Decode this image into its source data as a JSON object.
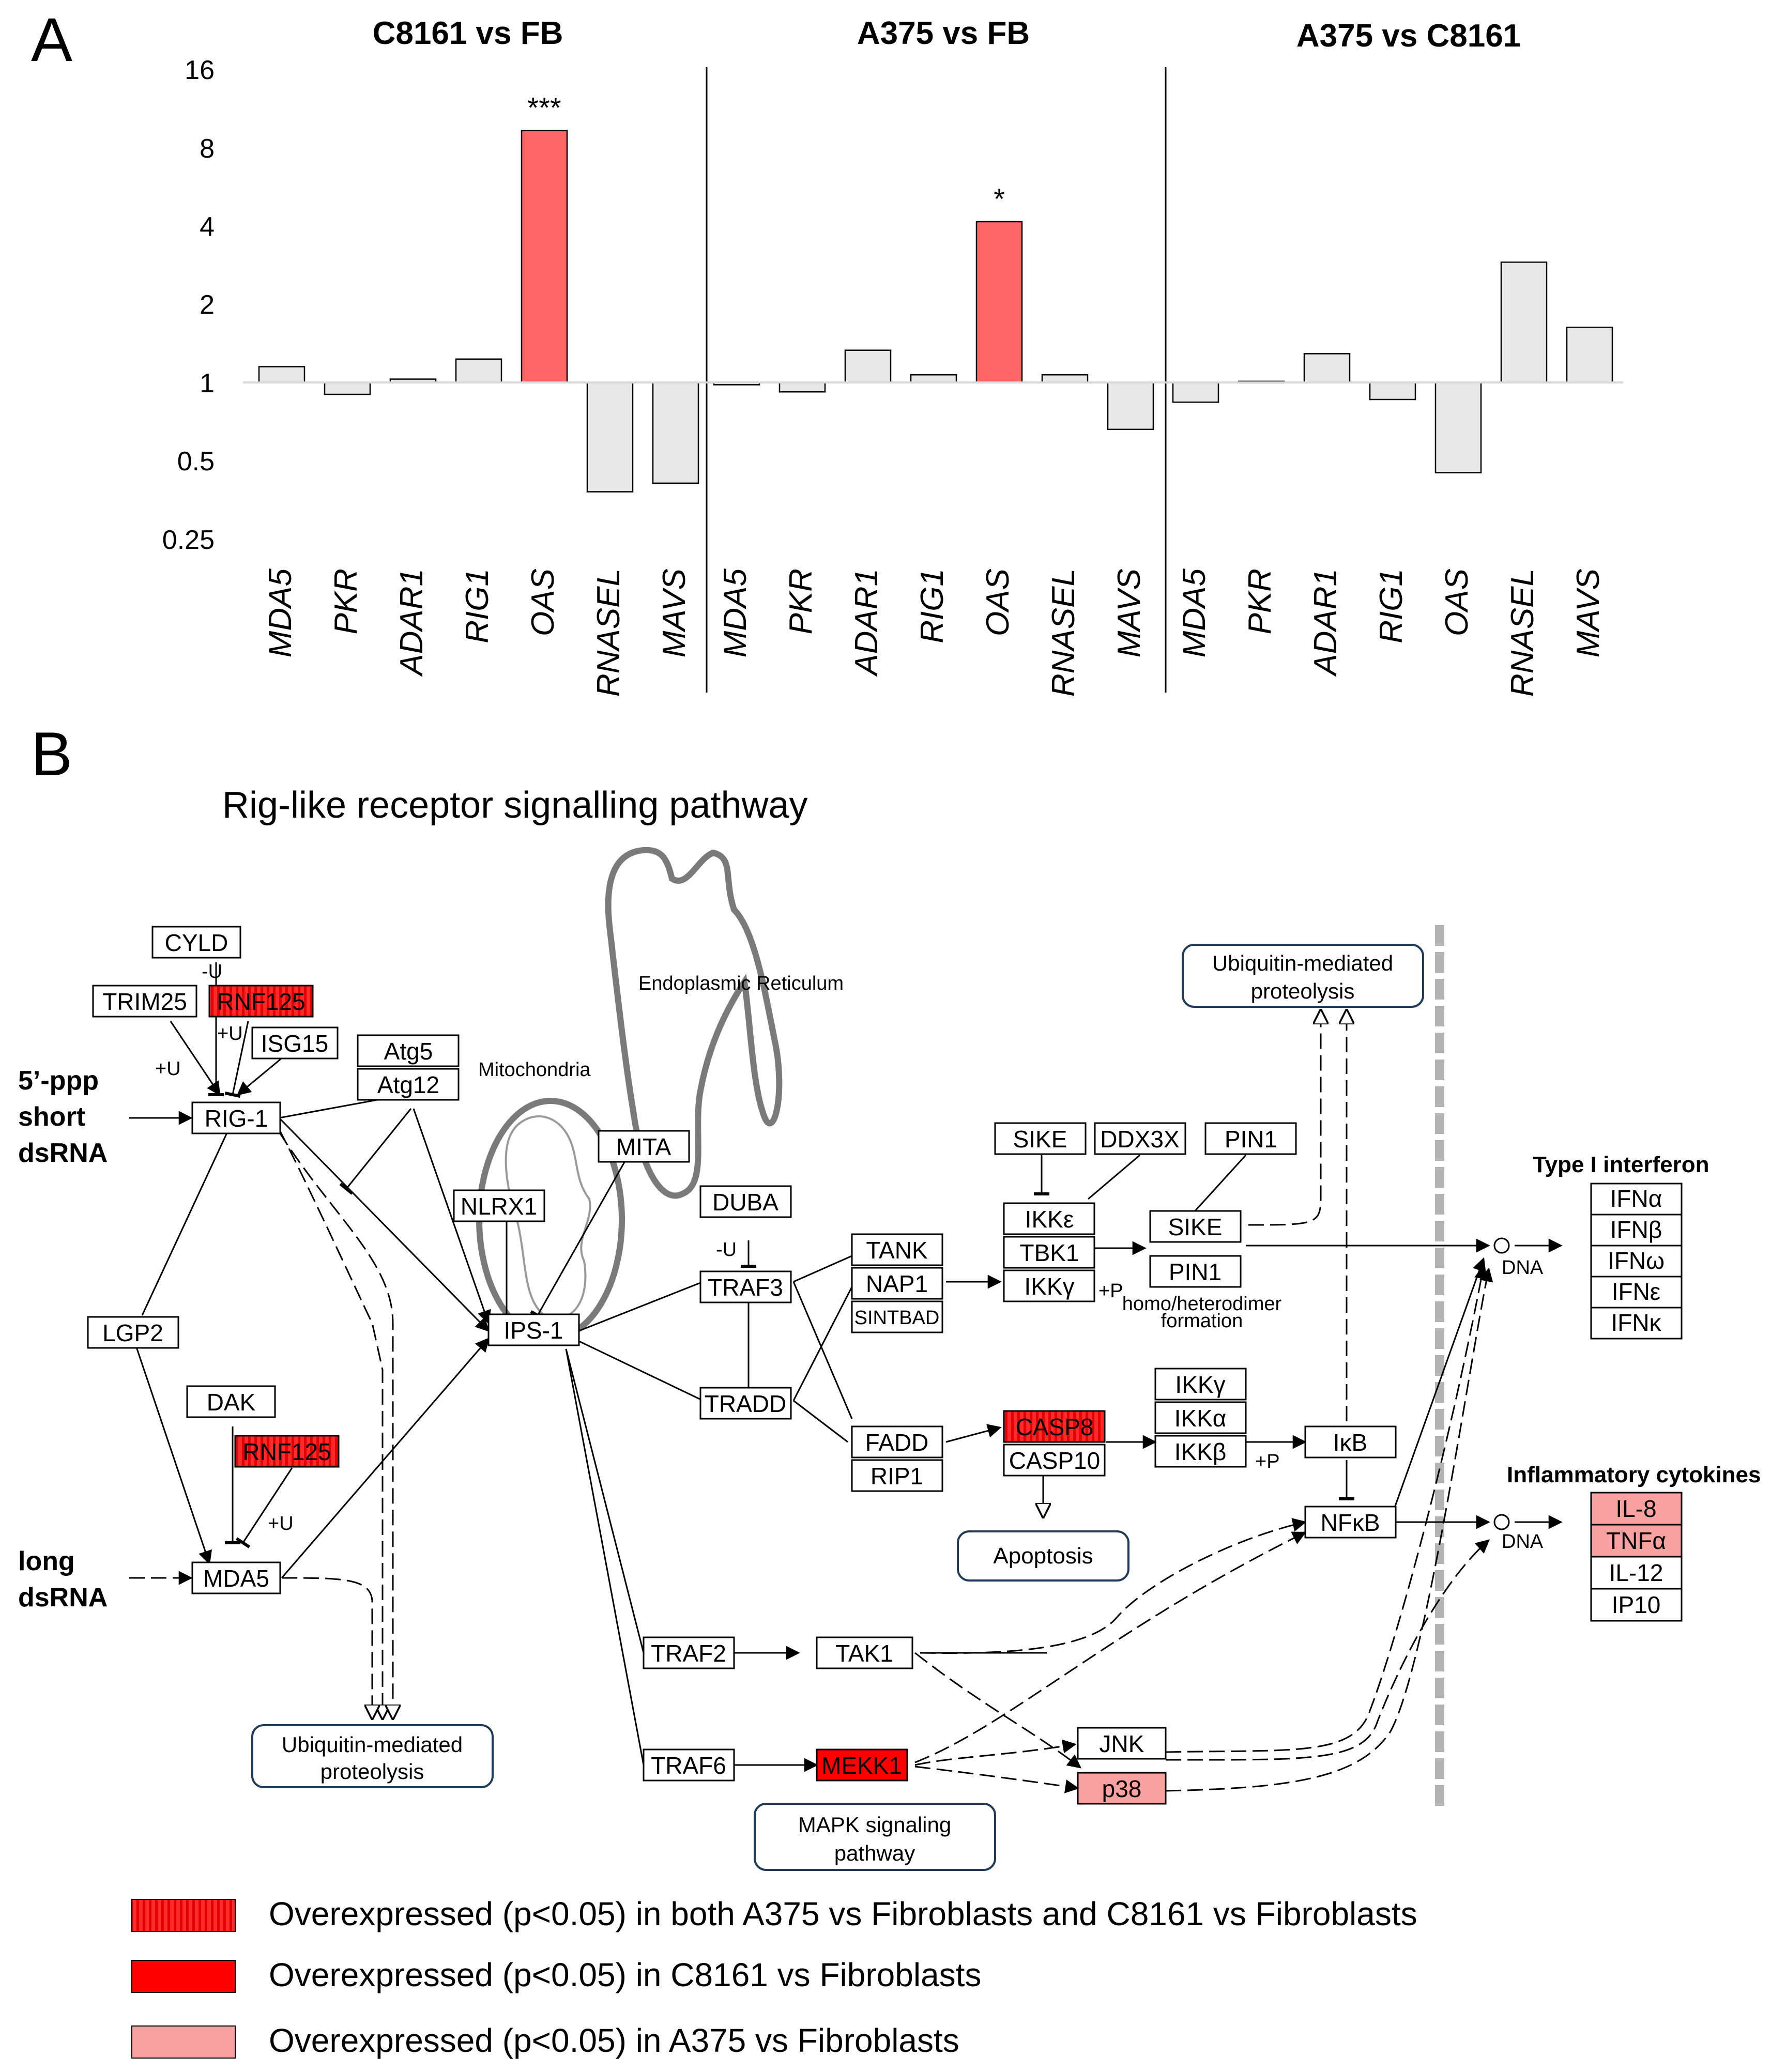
{
  "panelA": {
    "letter": "A",
    "y_ticks": [
      "16",
      "8",
      "4",
      "2",
      "1",
      "0.5",
      "0.25"
    ],
    "groups": [
      {
        "title": "C8161 vs FB"
      },
      {
        "title": "A375 vs FB"
      },
      {
        "title": "A375 vs C8161"
      }
    ],
    "chart_data": {
      "type": "bar",
      "y_scale": "log2",
      "ylim": [
        0.25,
        16
      ],
      "categories": [
        "MDA5",
        "PKR",
        "ADAR1",
        "RIG1",
        "OAS",
        "RNASEL",
        "MAVS"
      ],
      "series": [
        {
          "name": "C8161 vs FB",
          "values": [
            1.15,
            0.9,
            1.03,
            1.23,
            9.3,
            0.38,
            0.41
          ],
          "highlight": [
            false,
            false,
            false,
            false,
            true,
            false,
            false
          ],
          "stars": [
            "",
            "",
            "",
            "",
            "***",
            "",
            ""
          ]
        },
        {
          "name": "A375 vs FB",
          "values": [
            0.98,
            0.92,
            1.33,
            1.07,
            4.15,
            1.07,
            0.66
          ],
          "highlight": [
            false,
            false,
            false,
            false,
            true,
            false,
            false
          ],
          "stars": [
            "",
            "",
            "",
            "",
            "*",
            "",
            ""
          ]
        },
        {
          "name": "A375 vs C8161",
          "values": [
            0.84,
            1.01,
            1.29,
            0.86,
            0.45,
            2.9,
            1.63
          ],
          "highlight": [
            false,
            false,
            false,
            false,
            false,
            false,
            false
          ],
          "stars": [
            "",
            "",
            "",
            "",
            "",
            "",
            ""
          ]
        }
      ]
    }
  },
  "panelB": {
    "letter": "B",
    "title": "Rig-like receptor signalling pathway",
    "compartments": {
      "er": "Endoplasmic Reticulum",
      "mito": "Mitochondria"
    },
    "inputs": {
      "ppp1": "5’-ppp",
      "ppp2": "short",
      "ppp3": "dsRNA",
      "long1": "long",
      "long2": "dsRNA"
    },
    "genes": {
      "cyld": "CYLD",
      "trim25": "TRIM25",
      "rnf125a": "RNF125",
      "isg15": "ISG15",
      "rig1": "RIG-1",
      "atg5": "Atg5",
      "atg12": "Atg12",
      "mita": "MITA",
      "nlrx1": "NLRX1",
      "ips1": "IPS-1",
      "lgp2": "LGP2",
      "dak": "DAK",
      "rnf125b": "RNF125",
      "mda5": "MDA5",
      "duba": "DUBA",
      "traf3": "TRAF3",
      "tradd": "TRADD",
      "tank": "TANK",
      "nap1": "NAP1",
      "sintbad": "SINTBAD",
      "sike1": "SIKE",
      "ddx3x": "DDX3X",
      "pin1a": "PIN1",
      "ikke": "IKKε",
      "tbk1": "TBK1",
      "ikkg1": "IKKγ",
      "sike2": "SIKE",
      "pin1b": "PIN1",
      "fadd": "FADD",
      "rip1": "RIP1",
      "casp8": "CASP8",
      "casp10": "CASP10",
      "ikkg2": "IKKγ",
      "ikka": "IKKα",
      "ikkb": "IKKβ",
      "ikb": "IκB",
      "nfkb": "NFκB",
      "traf2": "TRAF2",
      "tak1": "TAK1",
      "traf6": "TRAF6",
      "mekk1": "MEKK1",
      "jnk": "JNK",
      "p38": "p38"
    },
    "modules": {
      "ubiq_top_1": "Ubiquitin-mediated",
      "ubiq_top_2": "proteolysis",
      "ubiq_bot_1": "Ubiquitin-mediated",
      "ubiq_bot_2": "proteolysis",
      "apoptosis": "Apoptosis",
      "mapk_1": "MAPK signaling",
      "mapk_2": "pathway"
    },
    "edge_labels": {
      "minus_u_cyld": "-U",
      "plus_u_rnf": "+U",
      "plus_u_trim": "+U",
      "minus_u_duba": "-U",
      "plus_u_dak": "+U",
      "plus_p_tbk": "+P",
      "plus_p_ikb": "+P",
      "homo1": "homo/heterodimer",
      "homo2": "formation",
      "dna1": "DNA",
      "dna2": "DNA"
    },
    "outputs": {
      "type1_title": "Type I interferon",
      "ifna": "IFNα",
      "ifnb": "IFNβ",
      "ifnw": "IFNω",
      "ifne": "IFNε",
      "ifnk": "IFNκ",
      "infl_title": "Inflammatory cytokines",
      "il8": "IL-8",
      "tnfa": "TNFα",
      "il12": "IL-12",
      "ip10": "IP10"
    }
  },
  "legend": [
    {
      "text": "Overexpressed (p<0.05) in both A375 vs Fibroblasts and C8161 vs Fibroblasts",
      "style": "striped"
    },
    {
      "text": "Overexpressed (p<0.05) in C8161 vs Fibroblasts",
      "style": "solid-red"
    },
    {
      "text": "Overexpressed (p<0.05) in A375 vs Fibroblasts",
      "style": "light-red"
    }
  ],
  "colors": {
    "bar_highlight": "#ff6666",
    "bar_default": "#e8e8e8",
    "striped_red": "#ff1f1f",
    "solid_red": "#ff0000",
    "light_red": "#f9a0a0",
    "module_border": "#1f3b57",
    "compartment": "#777777"
  }
}
